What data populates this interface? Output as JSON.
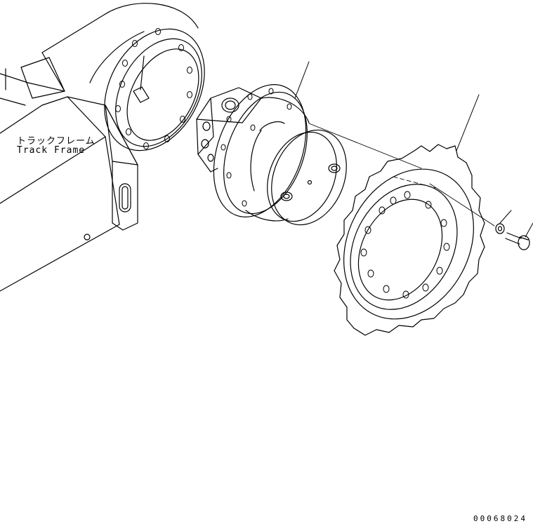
{
  "labels": {
    "track_frame_jp": "トラックフレーム",
    "track_frame_en": "Track Frame"
  },
  "figure_code": "00068024",
  "colors": {
    "ink": "#000000",
    "paper": "#ffffff"
  }
}
